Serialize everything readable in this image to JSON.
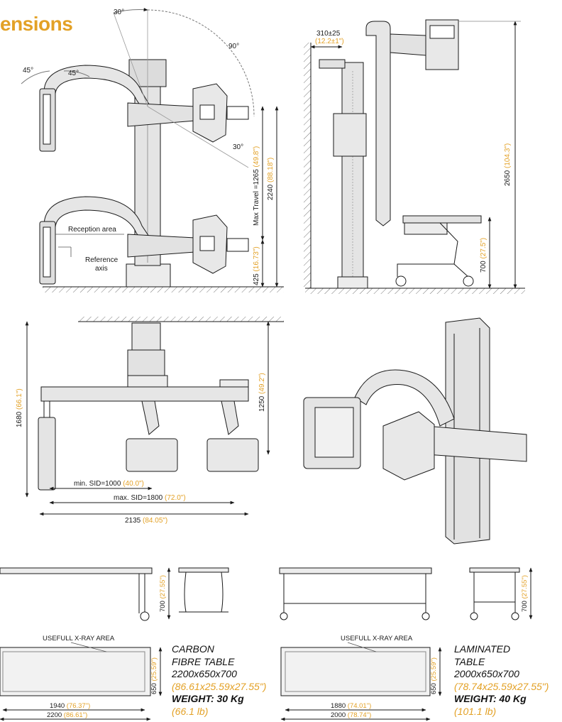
{
  "heading": "ensions",
  "colors": {
    "accent": "#e3a126",
    "line": "#1a1a1a",
    "fill": "#e9e9e9"
  },
  "top_left": {
    "angle_30_top": "30°",
    "angle_90": "90°",
    "angle_45_a": "45°",
    "angle_45_b": "45°",
    "angle_30_side": "30°",
    "reception_area": "Reception area",
    "reference_axis_1": "Reference",
    "reference_axis_2": "axis",
    "max_travel": {
      "main": "Max Travel =1265 ",
      "alt": "(49.8\")"
    },
    "h2240": {
      "main": "2240 ",
      "alt": "(88.18\")"
    },
    "h425": {
      "main": "425 ",
      "alt": "(16.73\")"
    }
  },
  "top_right": {
    "w310": "310±25",
    "w310_alt": "(12.2±1\")",
    "h2650": {
      "main": "2650 ",
      "alt": "(104.3\")"
    },
    "h700": {
      "main": "700 ",
      "alt": "(27.5\")"
    }
  },
  "middle_left": {
    "h1680": {
      "main": "1680 ",
      "alt": "(66.1\")"
    },
    "h1250": {
      "main": "1250 ",
      "alt": "(49.2\")"
    },
    "min_sid": {
      "main": "min. SID=1000 ",
      "alt": "(40.0\")"
    },
    "max_sid": {
      "main": "max. SID=1800 ",
      "alt": "(72.0\")"
    },
    "w2135": {
      "main": "2135 ",
      "alt": "(84.05\")"
    }
  },
  "tables": {
    "left_h700": {
      "main": "700 ",
      "alt": "(27.55\")"
    },
    "right_h700": {
      "main": "700 ",
      "alt": "(27.55\")"
    },
    "left_area": "USEFULL X-RAY AREA",
    "right_area": "USEFULL X-RAY AREA",
    "left_h650": {
      "main": "650 ",
      "alt": "(25.59\")"
    },
    "right_h650": {
      "main": "650 ",
      "alt": "(25.59\")"
    },
    "left_w_inner": {
      "main": "1940 ",
      "alt": "(76.37\")"
    },
    "left_w_outer": {
      "main": "2200 ",
      "alt": "(86.61\")"
    },
    "right_w_inner": {
      "main": "1880 ",
      "alt": "(74.01\")"
    },
    "right_w_outer": {
      "main": "2000 ",
      "alt": "(78.74\")"
    }
  },
  "carbon_table": {
    "line1": "CARBON",
    "line2": "FIBRE TABLE",
    "dims": "2200x650x700",
    "dims_in": "(86.61x25.59x27.55\")",
    "weight": "WEIGHT: 30 Kg",
    "weight_lb": "(66.1 lb)"
  },
  "laminated_table": {
    "line1": "LAMINATED",
    "line2": "TABLE",
    "dims": "2000x650x700",
    "dims_in": "(78.74x25.59x27.55\")",
    "weight": "WEIGHT: 40 Kg",
    "weight_lb": "(101.1 lb)"
  }
}
